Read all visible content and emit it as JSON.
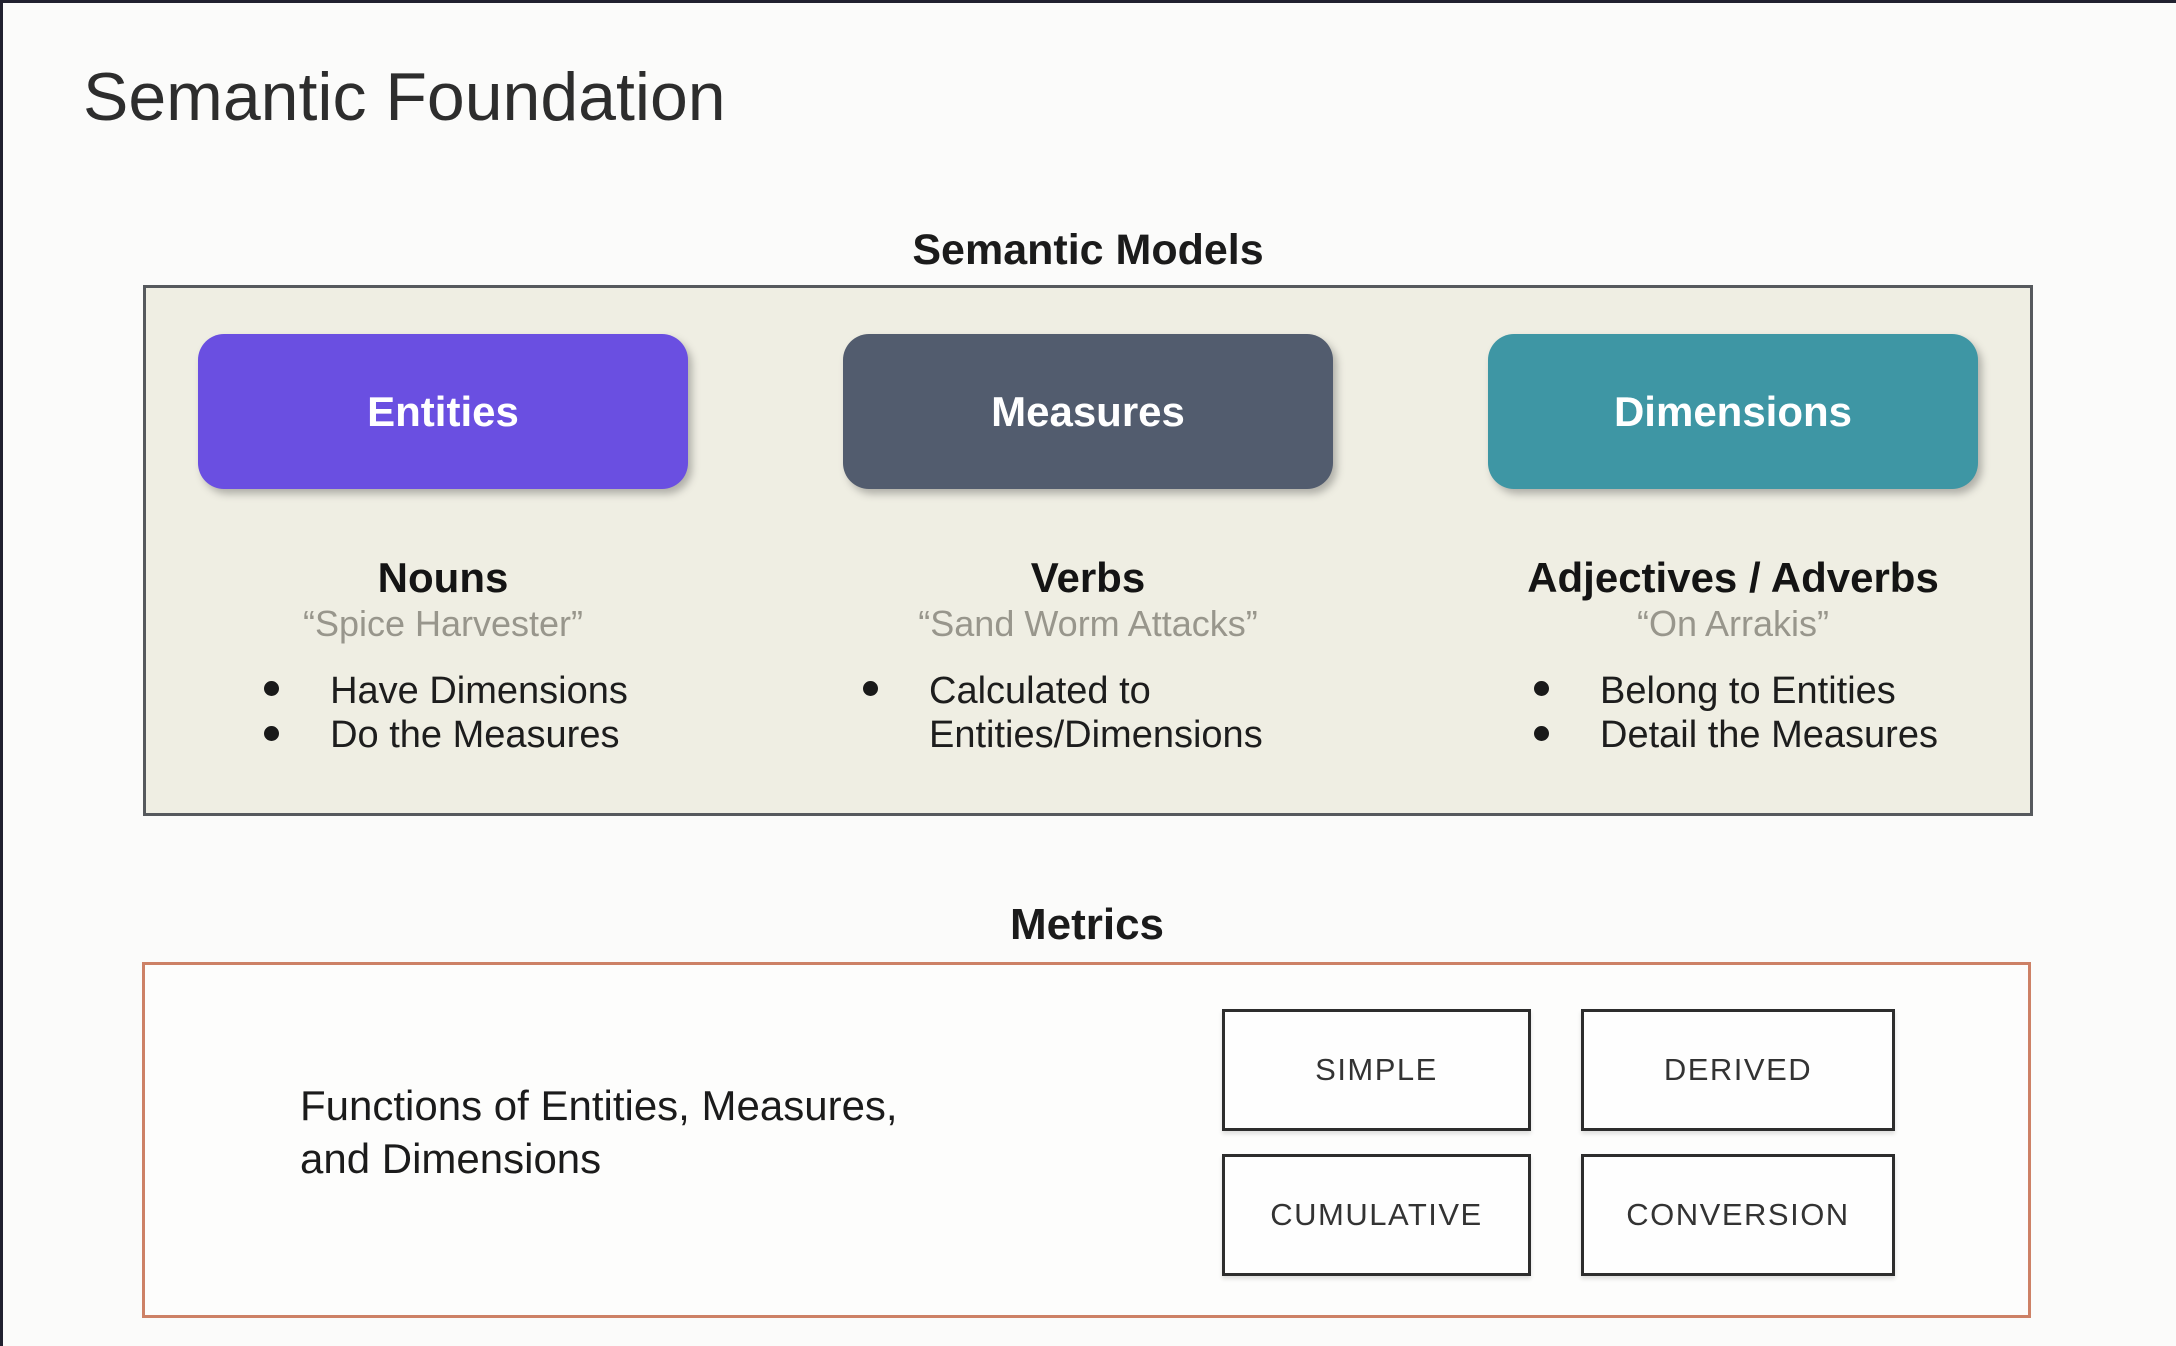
{
  "frame": {
    "page_bg": "#fbfbfa",
    "edge_border_color": "#21212f"
  },
  "slide": {
    "title": "Semantic Foundation"
  },
  "semantic_models": {
    "heading": "Semantic Models",
    "panel_bg": "#efeee3",
    "panel_border_color": "#56595d",
    "columns": [
      {
        "pill_label": "Entities",
        "pill_color": "#6a4fe1",
        "role": "Nouns",
        "quote": "“Spice Harvester”",
        "bullets": [
          "Have Dimensions",
          "Do the Measures"
        ]
      },
      {
        "pill_label": "Measures",
        "pill_color": "#525c6e",
        "role": "Verbs",
        "quote": "“Sand Worm Attacks”",
        "bullets": [
          "Calculated to Entities/Dimensions"
        ]
      },
      {
        "pill_label": "Dimensions",
        "pill_color": "#3e96a4",
        "role": "Adjectives / Adverbs",
        "quote": "“On Arrakis”",
        "bullets": [
          "Belong to Entities",
          "Detail the Measures"
        ]
      }
    ]
  },
  "metrics": {
    "heading": "Metrics",
    "panel_border_color": "#cd8166",
    "description_line1": "Functions of Entities, Measures,",
    "description_line2": "and Dimensions",
    "types": [
      "SIMPLE",
      "DERIVED",
      "CUMULATIVE",
      "CONVERSION"
    ]
  }
}
